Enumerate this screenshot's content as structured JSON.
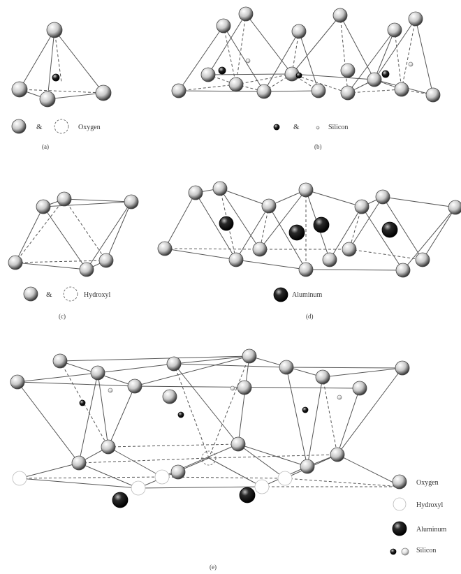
{
  "panels": {
    "a": {
      "caption": "(a)",
      "legend_symbol_joiner": "&",
      "legend_text": "Oxygen"
    },
    "b": {
      "caption": "(b)",
      "legend_symbol_joiner": "&",
      "legend_text": "Silicon"
    },
    "c": {
      "caption": "(c)",
      "legend_symbol_joiner": "&",
      "legend_text": "Hydroxyl"
    },
    "d": {
      "caption": "(d)",
      "legend_text": "Aluminum"
    },
    "e": {
      "caption": "(e)"
    }
  },
  "legend": {
    "oxygen": "Oxygen",
    "hydroxyl": "Hydroxyl",
    "aluminum": "Aluminum",
    "silicon": "Silicon"
  }
}
